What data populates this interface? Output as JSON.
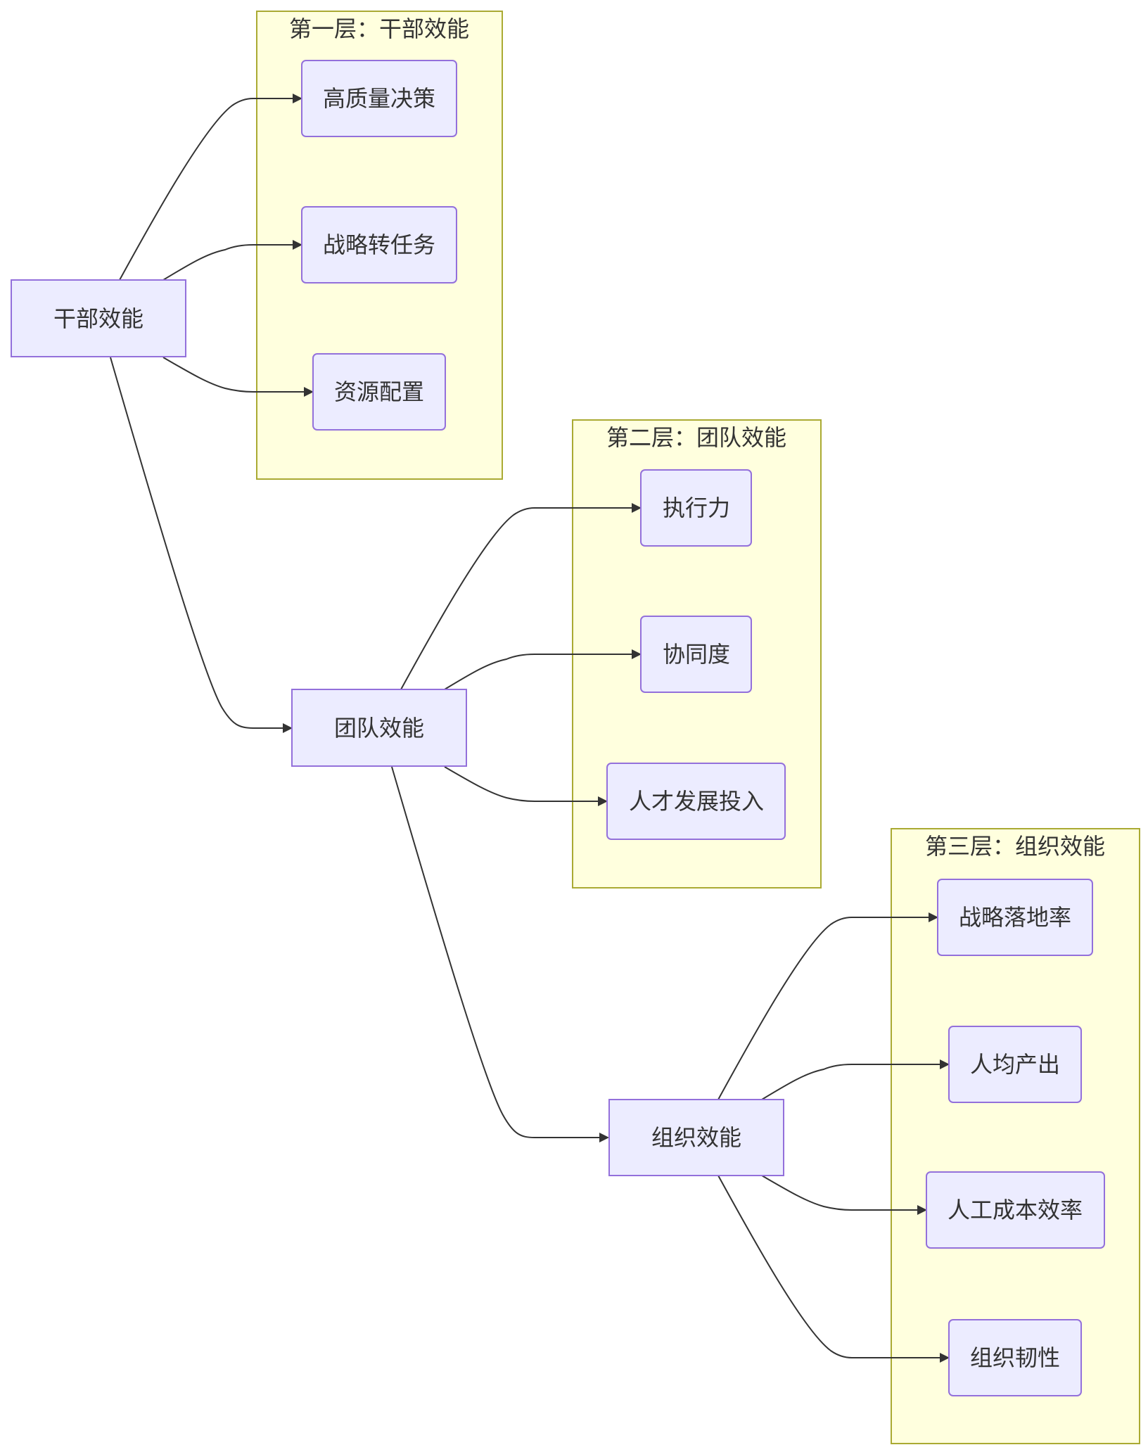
{
  "clusters": {
    "layer1": {
      "title": "第一层：干部效能"
    },
    "layer2": {
      "title": "第二层：团队效能"
    },
    "layer3": {
      "title": "第三层：组织效能"
    }
  },
  "nodes": {
    "cadre": "干部效能",
    "team": "团队效能",
    "org": "组织效能",
    "decision": "高质量决策",
    "strategy_task": "战略转任务",
    "resource": "资源配置",
    "execution": "执行力",
    "collab": "协同度",
    "talent": "人才发展投入",
    "landing": "战略落地率",
    "per_capita": "人均产出",
    "labor_cost": "人工成本效率",
    "resilience": "组织韧性"
  },
  "colors": {
    "node_fill": "#ececff",
    "node_stroke": "#9370db",
    "cluster_fill": "#ffffde",
    "cluster_stroke": "#aaaa33",
    "edge": "#333333",
    "text": "#333333"
  }
}
